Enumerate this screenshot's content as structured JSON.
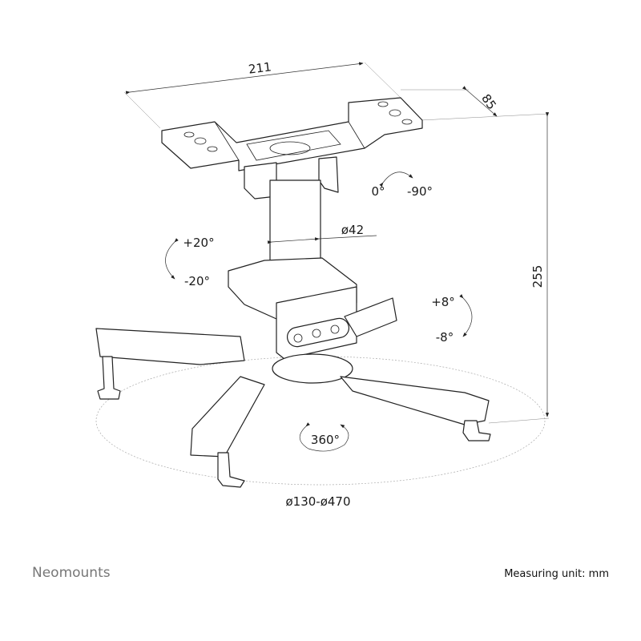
{
  "dimensions": {
    "width": "211",
    "depth": "85",
    "height": "255",
    "tube_diameter": "ø42",
    "span": "ø130-ø470"
  },
  "rotations": {
    "tilt_top_a": "0°",
    "tilt_top_b": "-90°",
    "tilt_left_up": "+20°",
    "tilt_left_down": "-20°",
    "tilt_right_up": "+8°",
    "tilt_right_down": "-8°",
    "swivel": "360°"
  },
  "footer": {
    "brand": "Neomounts",
    "unit": "Measuring unit: mm"
  }
}
